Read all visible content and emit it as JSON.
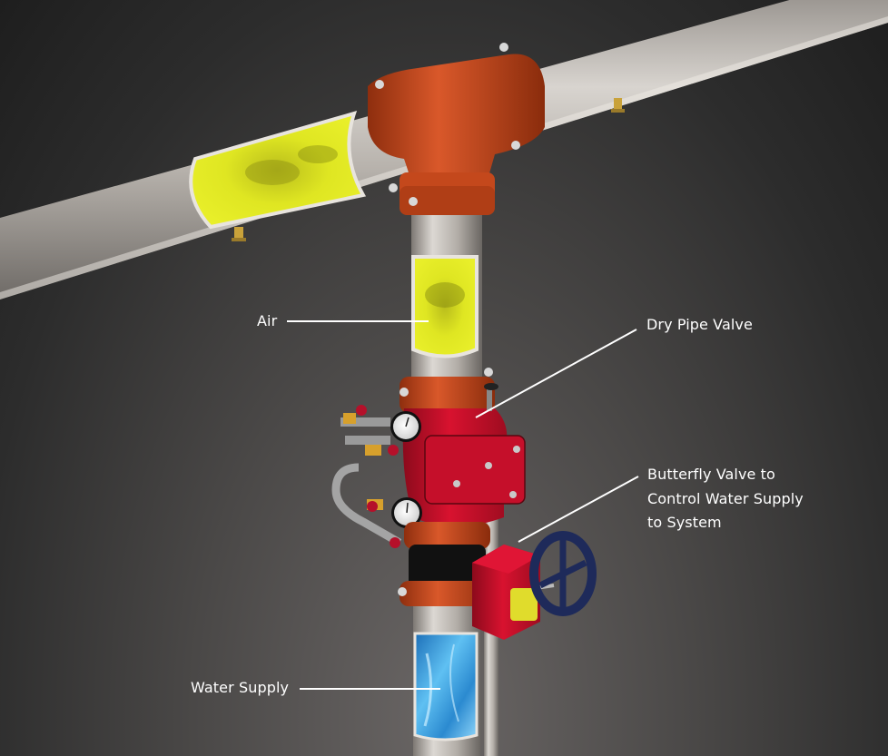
{
  "diagram": {
    "title": "Dry Pipe Sprinkler System",
    "labels": {
      "air": "Air",
      "dry_pipe_valve": "Dry Pipe Valve",
      "butterfly_line1": "Butterfly Valve to",
      "butterfly_line2": "Control Water Supply",
      "butterfly_line3": "to System",
      "water_supply": "Water Supply"
    },
    "colors": {
      "air_fill": "#d8df1e",
      "water_fill": "#3aa0e0",
      "valve_red": "#c8102e",
      "fitting_orange": "#c84a1a",
      "pipe_gray": "#bdb9b4",
      "handwheel_navy": "#1e2a5a",
      "label_text": "#ffffff"
    }
  }
}
